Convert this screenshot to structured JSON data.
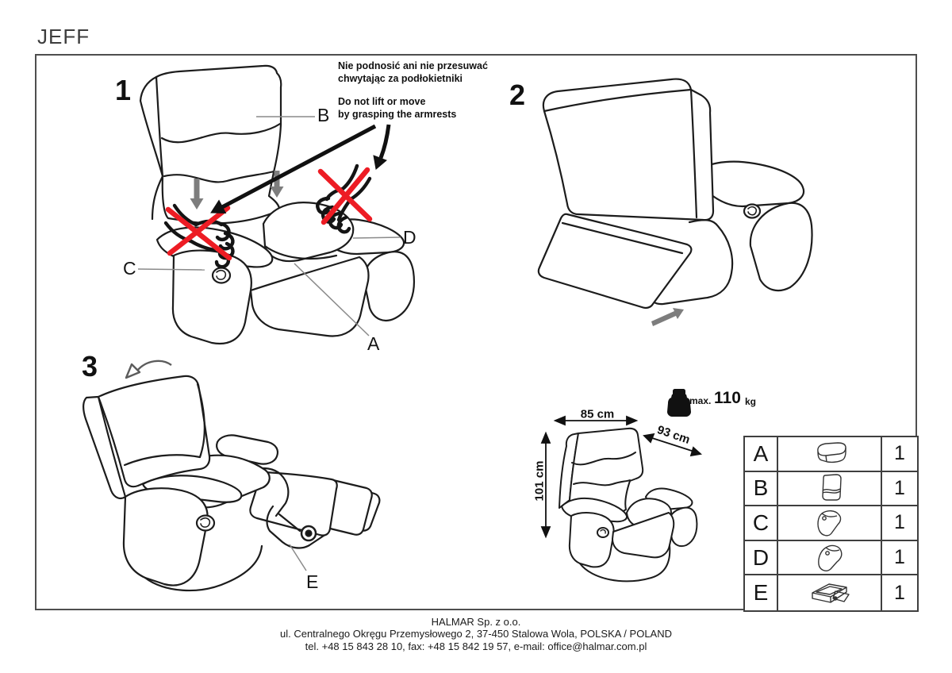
{
  "page": {
    "title": "JEFF"
  },
  "steps": {
    "step1": "1",
    "step2": "2",
    "step3": "3"
  },
  "warning": {
    "line1_pl": "Nie podnosić ani nie przesuwać",
    "line2_pl": "chwytając za podłokietniki",
    "line1_en": "Do not lift or move",
    "line2_en": "by grasping the armrests"
  },
  "part_labels": {
    "a": "A",
    "b": "B",
    "c": "C",
    "d": "D",
    "e": "E"
  },
  "dimensions": {
    "width": "85 cm",
    "depth": "93 cm",
    "height": "101 cm",
    "max_weight_prefix": "max.",
    "max_weight_value": "110",
    "max_weight_unit": "kg"
  },
  "parts_table": {
    "rows": [
      {
        "label": "A",
        "icon": "seat-cushion",
        "qty": "1"
      },
      {
        "label": "B",
        "icon": "backrest-cushion",
        "qty": "1"
      },
      {
        "label": "C",
        "icon": "left-armrest",
        "qty": "1"
      },
      {
        "label": "D",
        "icon": "right-armrest",
        "qty": "1"
      },
      {
        "label": "E",
        "icon": "recliner-frame",
        "qty": "1"
      }
    ]
  },
  "footer": {
    "company": "HALMAR Sp. z o.o.",
    "address": "ul. Centralnego Okręgu Przemysłowego 2, 37-450 Stalowa Wola, POLSKA / POLAND",
    "contact": "tel. +48 15 843 28 10, fax: +48 15 842 19 57, e-mail: office@halmar.com.pl"
  },
  "colors": {
    "prohibition_red": "#ed1c24",
    "line_art": "#1c1c1c",
    "arrow_gray": "#7d7d7d"
  }
}
